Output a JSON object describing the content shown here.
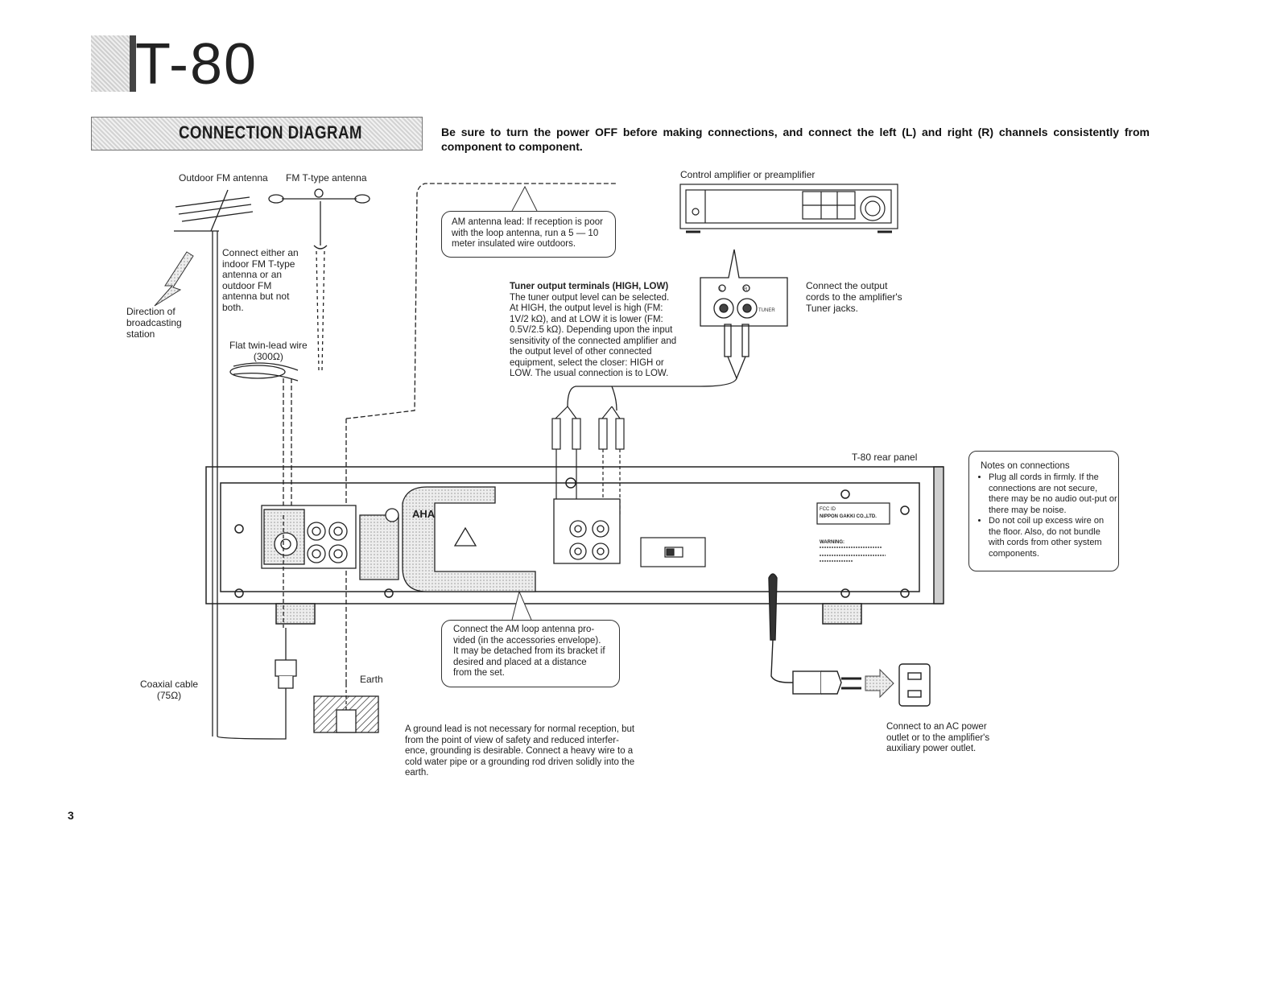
{
  "header": {
    "model": "T-80",
    "section_title": "CONNECTION DIAGRAM",
    "intro": "Be sure to turn the power OFF before making connections, and connect the left (L) and right (R) channels consistently from component to component."
  },
  "labels": {
    "outdoor_fm": "Outdoor FM antenna",
    "fm_t_type": "FM T-type antenna",
    "direction": [
      "Direction of",
      "broadcasting",
      "station"
    ],
    "connect_either": [
      "Connect either an",
      "indoor FM T-type",
      "antenna or an",
      "outdoor FM",
      "antenna but not",
      "both."
    ],
    "flat_twin": [
      "Flat twin-lead wire",
      "(300Ω)"
    ],
    "coaxial": [
      "Coaxial cable",
      "(75Ω)"
    ],
    "earth": "Earth",
    "control_amp": "Control amplifier or preamplifier",
    "connect_output": [
      "Connect the output",
      "cords to the amplifier's",
      "Tuner jacks."
    ],
    "rear_panel": "T-80 rear panel",
    "ac_power": [
      "Connect to an AC power",
      "outlet or to the amplifier's",
      "auxiliary power outlet."
    ],
    "tuner": "TUNER",
    "jack_l": "L",
    "jack_r": "R"
  },
  "callouts": {
    "am_lead": [
      "AM antenna lead: If reception is poor",
      "with the loop antenna, run a 5 — 10",
      "meter insulated wire outdoors."
    ],
    "tuner_output": [
      "Tuner output terminals (HIGH, LOW)",
      "The tuner output level can be selected.",
      "At HIGH, the output level is high (FM:",
      "1V/2 kΩ), and at LOW it is lower (FM:",
      "0.5V/2.5 kΩ). Depending upon the input",
      "sensitivity of the connected amplifier and",
      "the output level of other connected",
      "equipment, select the closer: HIGH or",
      "LOW. The usual connection is to LOW."
    ],
    "am_loop": [
      "Connect the AM loop antenna pro-",
      "vided (in the accessories envelope).",
      "It may be detached from its bracket if",
      "desired and placed at a distance",
      "from the set."
    ],
    "ground": [
      "A ground lead is not necessary for normal reception, but",
      "from the point of view of safety and reduced interfer-",
      "ence, grounding is desirable. Connect a heavy wire to a",
      "cold water pipe or a grounding rod driven solidly into the",
      "earth."
    ]
  },
  "notes": {
    "title": "Notes on connections",
    "items": [
      "Plug all cords in firmly. If the connections are not secure, there may be no audio out-put or there may be noise.",
      "Do not coil up excess wire on the floor. Also, do not bundle with cords from other system components."
    ]
  },
  "panel": {
    "brand": "AHA",
    "fcc": "FCC ID",
    "maker": "NIPPON GAKKI CO.,LTD.",
    "warning": "WARNING:"
  },
  "page_number": "3"
}
